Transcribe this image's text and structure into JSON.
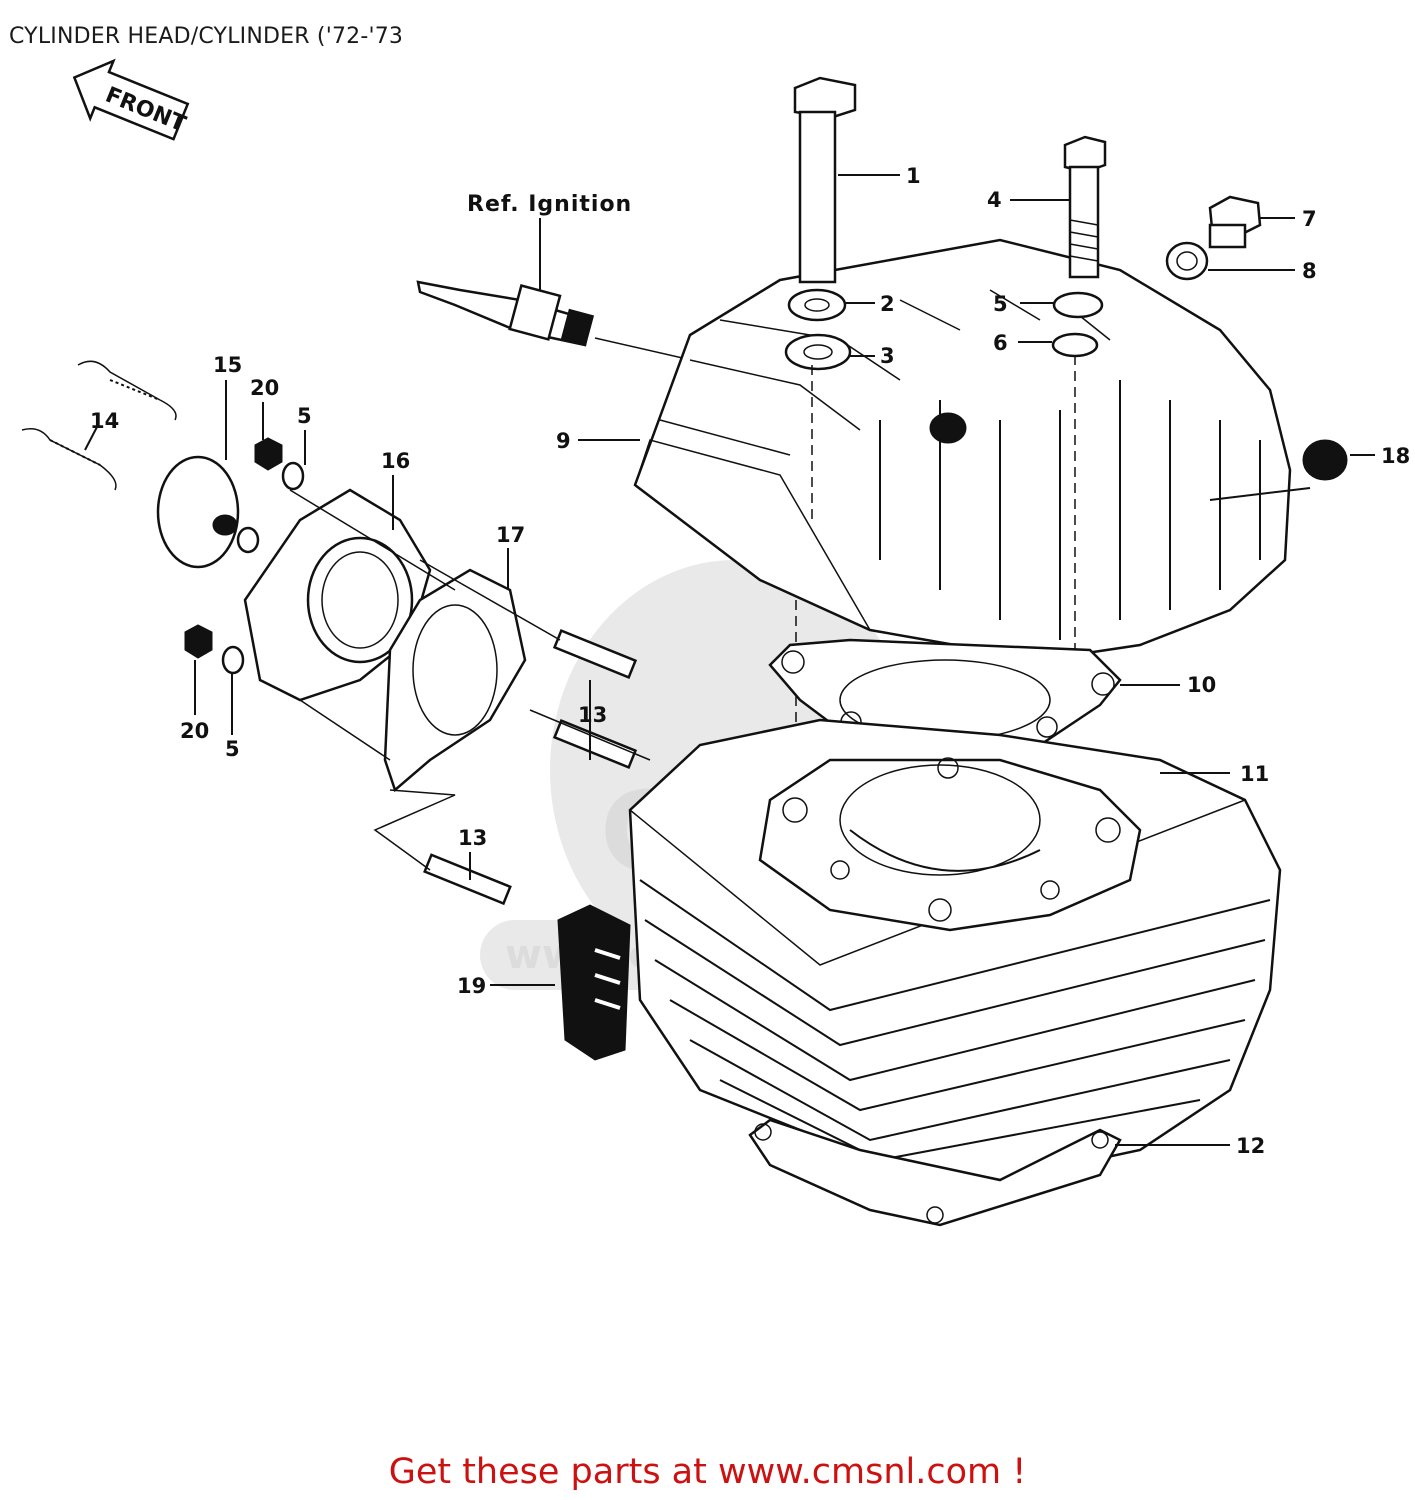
{
  "title": "CYLINDER HEAD/CYLINDER ('72-'73",
  "direction_marker": "FRONT",
  "reference_note": "Ref. Ignition",
  "watermark_text": "CMS",
  "watermark_url": "www.cmsnl.com",
  "footer": "Get these parts at www.cmsnl.com !",
  "colors": {
    "footer_text": "#cc1111",
    "line_art": "#111111",
    "watermark": "#e0e0e0"
  },
  "callouts": {
    "c1": "1",
    "c2": "2",
    "c3": "3",
    "c4": "4",
    "c5a": "5",
    "c5b": "5",
    "c5c": "5",
    "c6": "6",
    "c7": "7",
    "c8": "8",
    "c9": "9",
    "c10": "10",
    "c11": "11",
    "c12": "12",
    "c13a": "13",
    "c13b": "13",
    "c14": "14",
    "c15": "15",
    "c16": "16",
    "c17": "17",
    "c18": "18",
    "c19": "19",
    "c20a": "20",
    "c20b": "20"
  }
}
